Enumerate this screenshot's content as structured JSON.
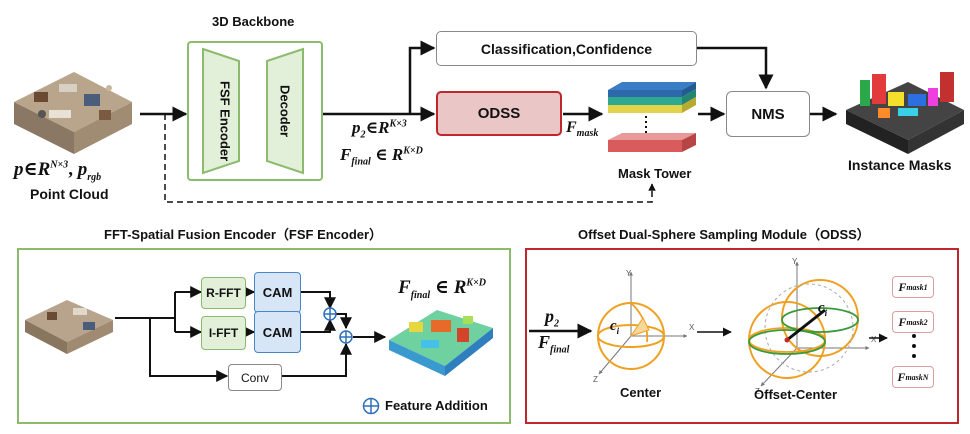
{
  "top": {
    "backbone_title": "3D Backbone",
    "fsf_encoder_label": "FSF Encoder",
    "decoder_label": "Decoder",
    "classification_label": "Classification,Confidence",
    "odss_label": "ODSS",
    "nms_label": "NMS",
    "mask_tower_label": "Mask Tower",
    "instance_masks_label": "Instance Masks",
    "point_cloud_label": "Point Cloud",
    "point_cloud_formula": "p∈R^{N×3}, p_{rgb}",
    "p2_formula": "p_2∈R^{K×3}",
    "ffinal_formula": "F_{final}∈R^{K×D}",
    "fmask_formula": "F_{mask}"
  },
  "fsf": {
    "title": "FFT-Spatial Fusion Encoder（FSF Encoder）",
    "rfft_label": "R-FFT",
    "ifft_label": "I-FFT",
    "cam_label_1": "CAM",
    "cam_label_2": "CAM",
    "conv_label": "Conv",
    "ffinal_formula": "F_{final}∈R^{K×D}",
    "legend_label": "Feature Addition"
  },
  "odss": {
    "title": "Offset Dual-Sphere Sampling Module（ODSS）",
    "input_p2": "p_2",
    "input_ffinal": "F_{final}",
    "center_label": "Center",
    "offset_center_label": "Offset-Center",
    "ci_label": "c_i",
    "axis_x": "X",
    "axis_y": "Y",
    "axis_z": "Z",
    "outputs": [
      "F_{mask1}",
      "F_{mask2}",
      "F_{maskN}"
    ]
  },
  "colors": {
    "green_border": "#8dbb6e",
    "green_fill": "#e2efd9",
    "red_border": "#c0272d",
    "odss_fill": "#eac6c6",
    "blue_border": "#4a86c5",
    "blue_fill": "#d7e6f6",
    "sphere_orange": "#f0a020",
    "sphere_green": "#3a9a3a"
  }
}
